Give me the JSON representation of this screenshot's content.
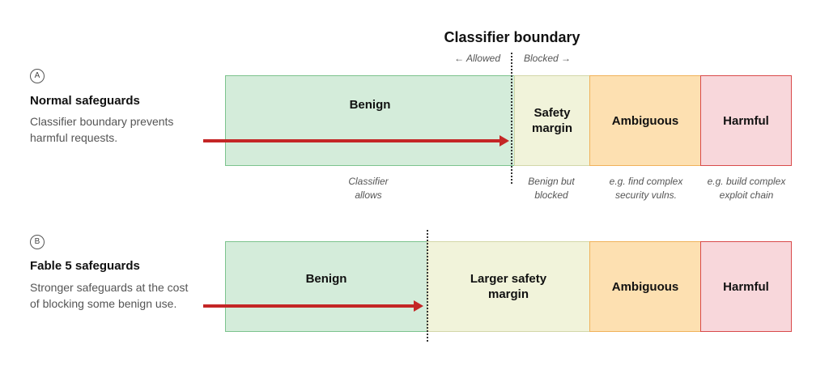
{
  "header": {
    "title": "Classifier boundary",
    "allowed": "← Allowed",
    "blocked": "Blocked →"
  },
  "row_a": {
    "badge": "A",
    "heading": "Normal safeguards",
    "description": "Classifier boundary prevents harmful requests.",
    "bands": {
      "benign": "Benign",
      "margin_line1": "Safety",
      "margin_line2": "margin",
      "ambiguous": "Ambiguous",
      "harmful": "Harmful"
    },
    "captions": {
      "benign_line1": "Classifier",
      "benign_line2": "allows",
      "margin_line1": "Benign but",
      "margin_line2": "blocked",
      "ambiguous_line1": "e.g. find complex",
      "ambiguous_line2": "security vulns.",
      "harmful_line1": "e.g. build complex",
      "harmful_line2": "exploit chain"
    }
  },
  "row_b": {
    "badge": "B",
    "heading": "Fable 5 safeguards",
    "description": "Stronger safeguards at the cost of blocking some benign use.",
    "bands": {
      "benign": "Benign",
      "margin_line1": "Larger safety",
      "margin_line2": "margin",
      "ambiguous": "Ambiguous",
      "harmful": "Harmful"
    }
  },
  "colors": {
    "benign": "#d4ecda",
    "margin": "#f1f3da",
    "ambiguous": "#fde0b1",
    "harmful": "#f8d7db",
    "arrow": "#c42626"
  }
}
